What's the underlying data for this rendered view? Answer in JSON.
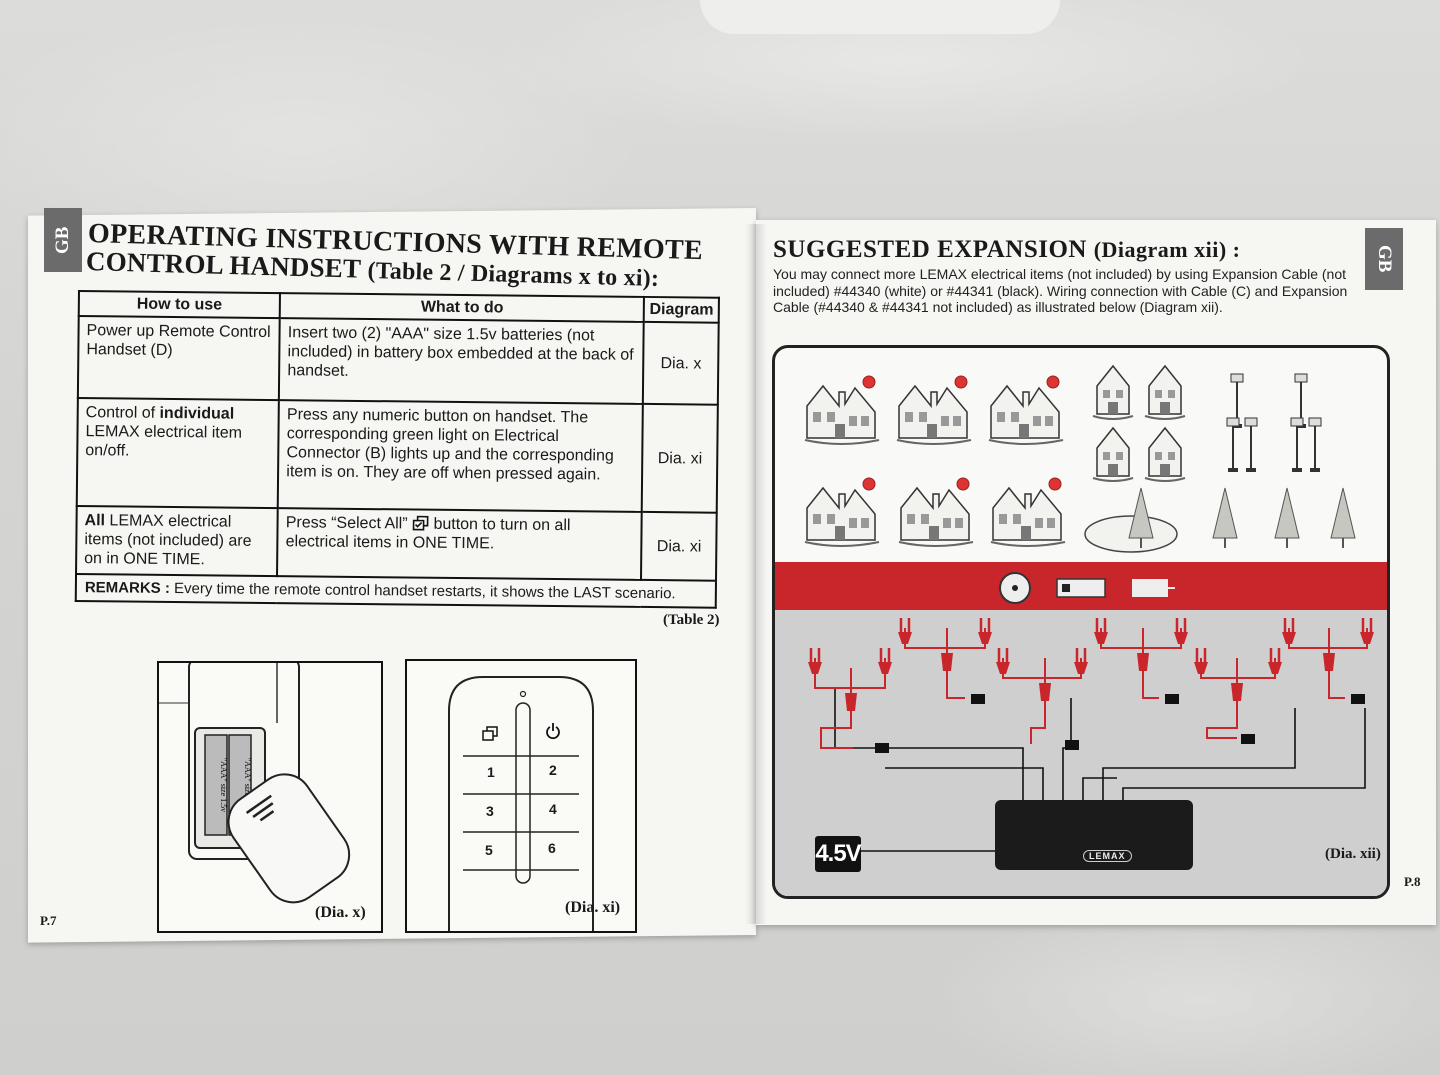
{
  "left_page": {
    "side_tab": "GB",
    "heading_line1": "OPERATING INSTRUCTIONS WITH REMOTE",
    "heading_line2": "CONTROL HANDSET",
    "heading_suffix": "(Table 2 / Diagrams x to xi):",
    "table": {
      "headers": [
        "How to use",
        "What to do",
        "Diagram"
      ],
      "rows": [
        {
          "how": "Power up Remote Control Handset (D)",
          "what": "Insert two (2) \"AAA\" size 1.5v batteries (not included) in battery box embedded at the back of handset.",
          "dia": "Dia. x"
        },
        {
          "how_pre": "Control of ",
          "how_bold": "individual",
          "how_post": " LEMAX electrical item on/off.",
          "what": "Press any numeric button on handset. The corresponding green light on Electrical Connector (B) lights up and the corresponding item is on. They are off when pressed again.",
          "dia": "Dia. xi"
        },
        {
          "how_bold": "All",
          "how_post": " LEMAX electrical items (not included) are on in ONE TIME.",
          "what_pre": "Press “Select All” ",
          "what_icon": "select-all-icon",
          "what_post": " button to turn on all electrical items in ONE TIME.",
          "dia": "Dia. xi"
        }
      ],
      "remarks_label": "REMARKS :",
      "remarks_text": "Every time the remote control handset restarts, it shows the LAST scenario."
    },
    "table_caption": "(Table 2)",
    "dia_x_caption": "(Dia. x)",
    "battery_label_1": "\"AAA\" size 1.5v",
    "battery_label_2": "\"AAA\" size 1.5v",
    "dia_xi_caption": "(Dia. xi)",
    "keypad": [
      "1",
      "2",
      "3",
      "4",
      "5",
      "6"
    ],
    "page_number": "P.7"
  },
  "right_page": {
    "side_tab": "GB",
    "heading": "SUGGESTED EXPANSION",
    "heading_suffix": "(Diagram xii) :",
    "intro": "You may connect more LEMAX electrical items (not included) by using Expansion Cable (not included) #44340 (white) or #44341 (black). Wiring connection with Cable (C) and Expansion Cable (#44340 & #44341 not included) as illustrated below (Diagram xii).",
    "voltage": "4.5V",
    "hub_logo": "LEMAX",
    "dia_xii_caption": "(Dia. xii)",
    "page_number": "P.8"
  },
  "colors": {
    "accent_red": "#c9262c",
    "tab_grey": "#6b6b6b"
  }
}
